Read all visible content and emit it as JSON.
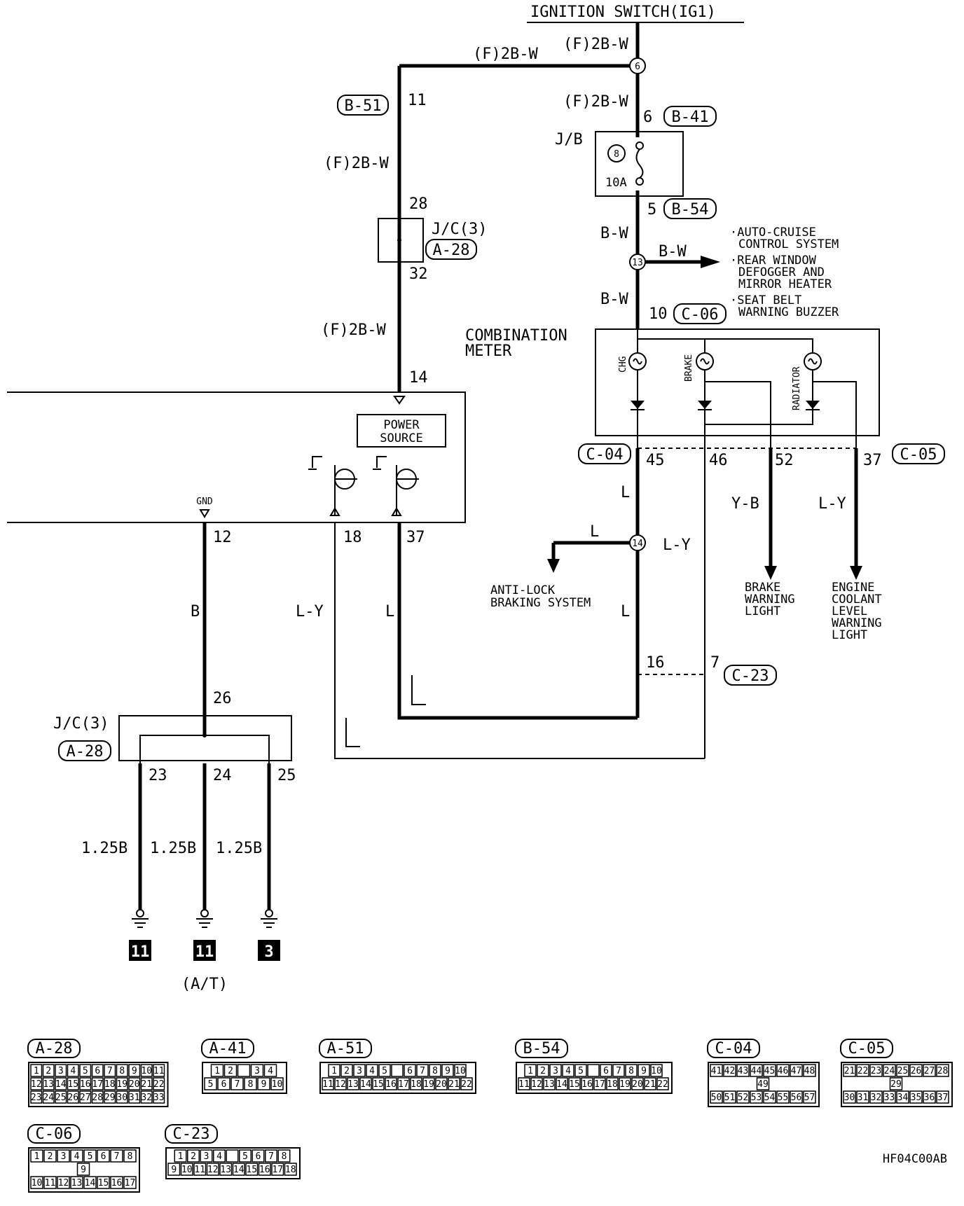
{
  "header": {
    "ignition": "IGNITION SWITCH(IG1)"
  },
  "wires": {
    "f2bw": "(F)2B-W",
    "bw": "B-W",
    "l": "L",
    "ly": "L-Y",
    "yb": "Y-B",
    "b": "B",
    "g125": "1.25B"
  },
  "connectors": {
    "b51": "B-51",
    "b41": "B-41",
    "b54": "B-54",
    "a28": "A-28",
    "c06": "C-06",
    "c04": "C-04",
    "c05": "C-05",
    "c23": "C-23"
  },
  "parts": {
    "jb": "J/B",
    "fuse": "10A",
    "jc3": "J/C(3)",
    "combo1": "COMBINATION",
    "combo2": "METER",
    "chg": "CHG",
    "brake": "BRAKE",
    "radiator": "RADIATOR",
    "ps1": "POWER",
    "ps2": "SOURCE",
    "gnd": "GND",
    "at": "(A/T)",
    "code": "HF04C00AB"
  },
  "circles": {
    "c6": "6",
    "c8": "8",
    "c13": "13",
    "c14": "14"
  },
  "pins": {
    "p11": "11",
    "p6": "6",
    "p5": "5",
    "p28": "28",
    "p32": "32",
    "p10": "10",
    "p14": "14",
    "p45": "45",
    "p46": "46",
    "p52": "52",
    "p37": "37",
    "p12": "12",
    "p18": "18",
    "p37b": "37",
    "p16": "16",
    "p7": "7",
    "p26": "26",
    "p23": "23",
    "p24": "24",
    "p25": "25"
  },
  "systems": {
    "ac1": "·AUTO-CRUISE",
    "ac2": "CONTROL SYSTEM",
    "rw1": "·REAR WINDOW",
    "rw2": "DEFOGGER AND",
    "rw3": "MIRROR HEATER",
    "sb1": "·SEAT BELT",
    "sb2": "WARNING BUZZER",
    "abs1": "ANTI-LOCK",
    "abs2": "BRAKING SYSTEM",
    "bwl1": "BRAKE",
    "bwl2": "WARNING",
    "bwl3": "LIGHT",
    "ec1": "ENGINE",
    "ec2": "COOLANT",
    "ec3": "LEVEL",
    "ec4": "WARNING",
    "ec5": "LIGHT"
  },
  "grounds": {
    "g1": "11",
    "g2": "11",
    "g3": "3"
  },
  "connector_faces": {
    "a28": {
      "label": "A-28",
      "rows": [
        [
          "1",
          "2",
          "3",
          "4",
          "5",
          "6",
          "7",
          "8",
          "9",
          "10",
          "11"
        ],
        [
          "12",
          "13",
          "14",
          "15",
          "16",
          "17",
          "18",
          "19",
          "20",
          "21",
          "22"
        ],
        [
          "23",
          "24",
          "25",
          "26",
          "27",
          "28",
          "29",
          "30",
          "31",
          "32",
          "33"
        ]
      ]
    },
    "a41": {
      "label": "A-41",
      "rows": [
        [
          "1",
          "2",
          "",
          "3",
          "4"
        ],
        [
          "5",
          "6",
          "7",
          "8",
          "9",
          "10"
        ]
      ]
    },
    "a51": {
      "label": "A-51",
      "rows": [
        [
          "1",
          "2",
          "3",
          "4",
          "5",
          "",
          "6",
          "7",
          "8",
          "9",
          "10"
        ],
        [
          "11",
          "12",
          "13",
          "14",
          "15",
          "16",
          "17",
          "18",
          "19",
          "20",
          "21",
          "22"
        ]
      ]
    },
    "b54": {
      "label": "B-54",
      "rows": [
        [
          "1",
          "2",
          "3",
          "4",
          "5",
          "",
          "6",
          "7",
          "8",
          "9",
          "10"
        ],
        [
          "11",
          "12",
          "13",
          "14",
          "15",
          "16",
          "17",
          "18",
          "19",
          "20",
          "21",
          "22"
        ]
      ]
    },
    "c04": {
      "label": "C-04",
      "rows": [
        [
          "41",
          "42",
          "43",
          "44",
          "45",
          "46",
          "47",
          "48"
        ],
        [
          "49"
        ],
        [
          "50",
          "51",
          "52",
          "53",
          "54",
          "55",
          "56",
          "57"
        ]
      ]
    },
    "c05": {
      "label": "C-05",
      "rows": [
        [
          "21",
          "22",
          "23",
          "24",
          "25",
          "26",
          "27",
          "28"
        ],
        [
          "29"
        ],
        [
          "30",
          "31",
          "32",
          "33",
          "34",
          "35",
          "36",
          "37"
        ]
      ]
    },
    "c06": {
      "label": "C-06",
      "rows": [
        [
          "1",
          "2",
          "3",
          "4",
          "5",
          "6",
          "7",
          "8"
        ],
        [
          "9"
        ],
        [
          "10",
          "11",
          "12",
          "13",
          "14",
          "15",
          "16",
          "17"
        ]
      ]
    },
    "c23": {
      "label": "C-23",
      "rows": [
        [
          "1",
          "2",
          "3",
          "4",
          "",
          "5",
          "6",
          "7",
          "8"
        ],
        [
          "9",
          "10",
          "11",
          "12",
          "13",
          "14",
          "15",
          "16",
          "17",
          "18"
        ]
      ]
    }
  }
}
